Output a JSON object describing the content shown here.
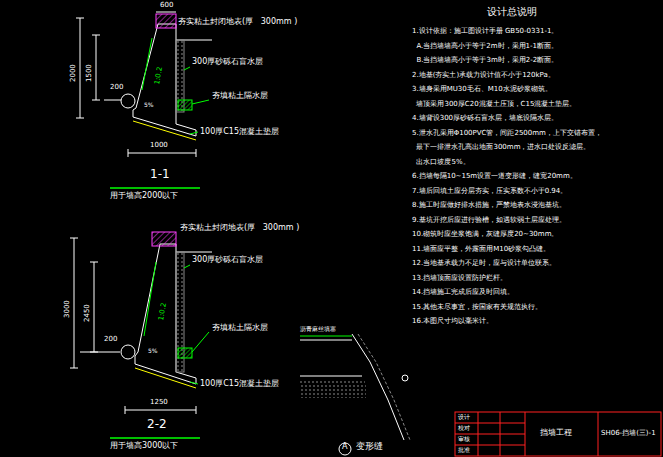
{
  "diagram": {
    "title": "设计总说明",
    "labels": [
      "600",
      "夯实粘土封闭地表(厚   300mm )",
      "300厚砂砾石盲水层",
      "夯填粘土隔水层",
      "100厚C15混凝土垫层",
      "1:0.2",
      "2000",
      "1500",
      "200",
      "1000",
      "5%",
      "1-1",
      "用于墙高2000以下",
      "夯实粘土封闭地表(厚   300mm )",
      "300厚砂砾石盲水层",
      "夯填粘土隔水层",
      "100厚C15混凝土垫层",
      "1:0.2",
      "3000",
      "2450",
      "200",
      "1250",
      "5%",
      "2-2",
      "用于墙高3000以下",
      "A",
      "变形缝",
      "沥青麻丝填塞",
      "1.设计依据：施工图设计手册 GB50-0331-1。",
      "  A.当挡墙墙高小于等于2m时，采用1-1断面。",
      "  B.当挡墙墙高小于等于3m时，采用2-2断面。",
      "2.地基(夯实土)承载力设计值不小于120kPa。",
      "3.墙身采用MU30毛石、M10水泥砂浆砌筑。",
      "  墙顶采用300厚C20混凝土压顶，C15混凝土垫层。",
      "4.墙背设300厚砂砾石盲水层，墙底设隔水层。",
      "5.泄水孔采用Φ100PVC管，间距2500mm，上下交错布置，",
      "  最下一排泄水孔高出地面300mm，进水口处设反滤层。",
      "  出水口坡度5%。",
      "6.挡墙每隔10~15m设置一道变形缝，缝宽20mm。",
      "7.墙后回填土应分层夯实，压实系数不小于0.94。",
      "8.施工时应做好排水措施，严禁地表水浸泡基坑。",
      "9.基坑开挖后应进行验槽，如遇软弱土层应处理。",
      "10.砌筑时应坐浆饱满，灰缝厚度20~30mm。",
      "11.墙面应平整，外露面用M10砂浆勾凸缝。",
      "12.当地基承载力不足时，应与设计单位联系。",
      "13.挡墙顶面应设置防护栏杆。",
      "14.挡墙施工完成后应及时回填。",
      "15.其他未尽事宜，按国家有关规范执行。",
      "16.本图尺寸均以毫米计。",
      "设计",
      "校对",
      "审核",
      "批准",
      "挡墙工程",
      "SH06-挡墙(三)-1"
    ]
  }
}
